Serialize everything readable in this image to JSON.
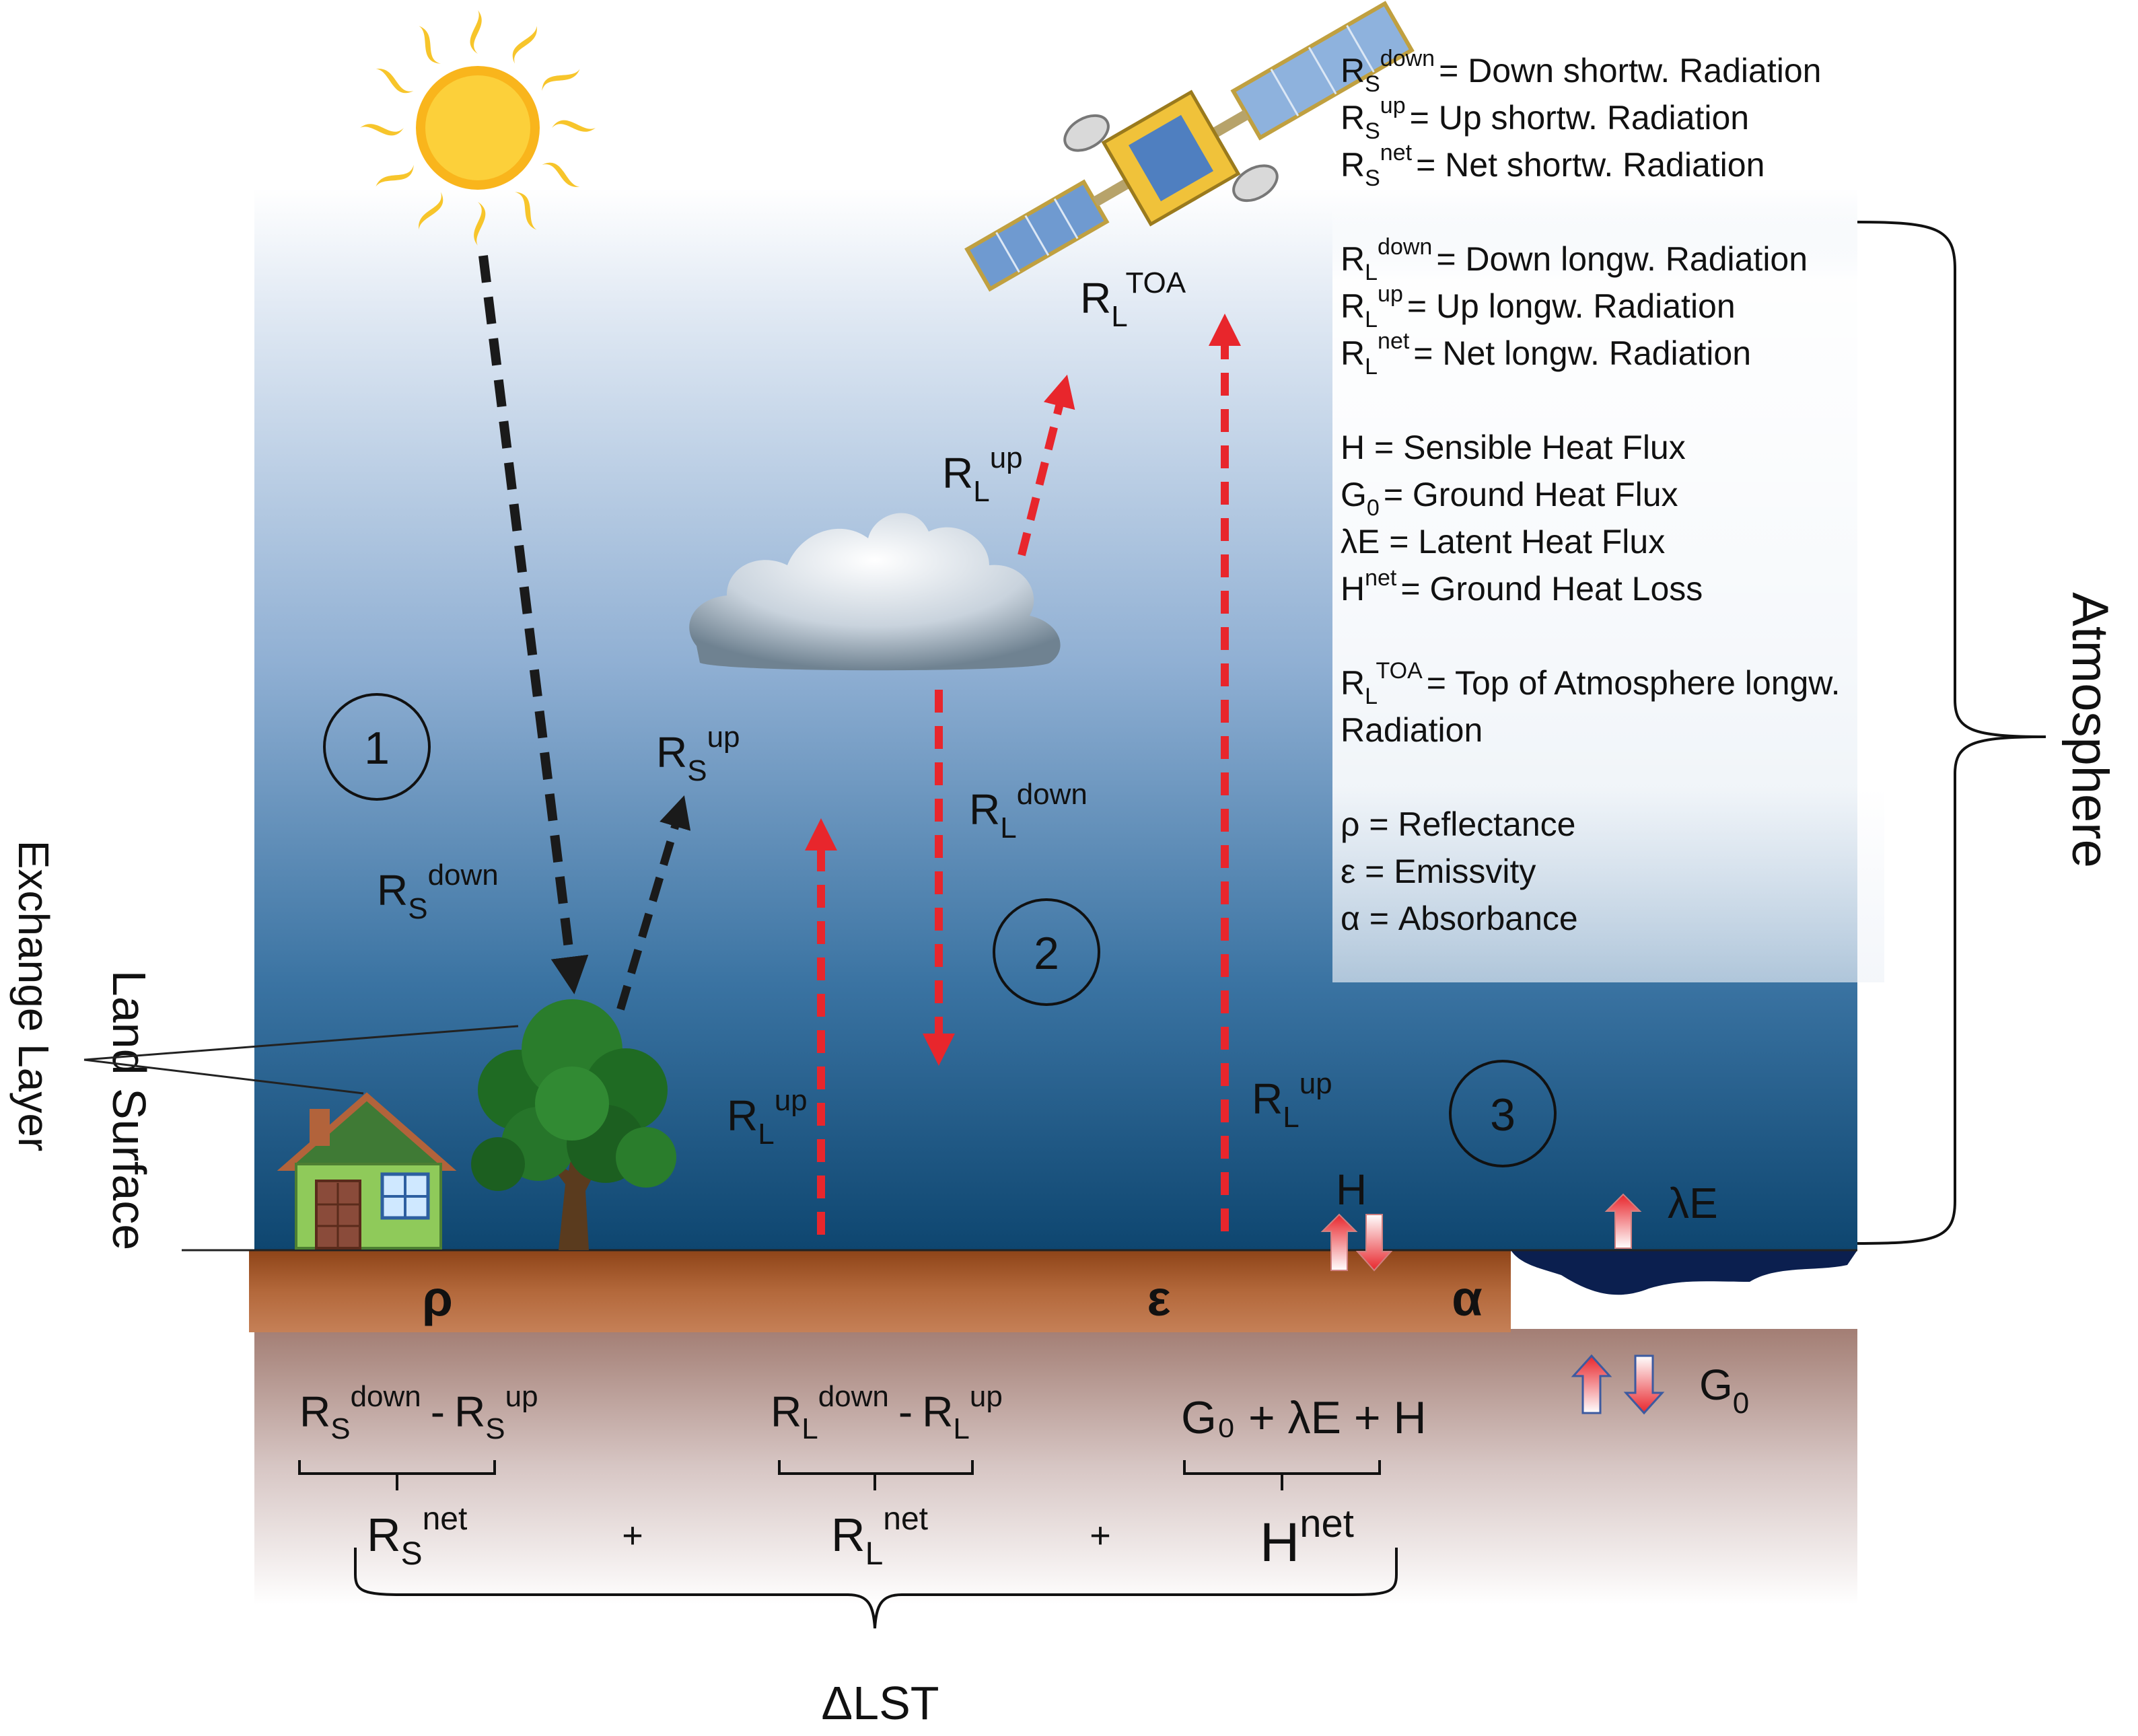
{
  "symbols": {
    "R": "R",
    "S": "S",
    "L": "L",
    "down": "down",
    "up": "up",
    "net": "net",
    "TOA": "TOA",
    "H": "H",
    "lambdaE": "λE",
    "G": "G",
    "zero": "0",
    "rho": "ρ",
    "epsilon": "ε",
    "alpha": "α",
    "dash": "-",
    "plus": "+"
  },
  "numbers": {
    "one": "1",
    "two": "2",
    "three": "3"
  },
  "side_labels": {
    "atmosphere": "Atmosphere",
    "exchange_layer": "Exchange Layer",
    "land_surface": "Land Surface"
  },
  "equation": {
    "g0_lambda_h": "G₀ + λE + H",
    "delta_lst": "ΔLST"
  },
  "legend": {
    "rs_down": "= Down shortw. Radiation",
    "rs_up": "= Up shortw. Radiation",
    "rs_net": "= Net shortw. Radiation",
    "rl_down": "= Down longw. Radiation",
    "rl_up": "= Up longw. Radiation",
    "rl_net": "= Net longw. Radiation",
    "h": "H = Sensible Heat Flux",
    "g0_text": "= Ground Heat Flux",
    "le": "λE = Latent Heat Flux",
    "hnet_text": "= Ground Heat Loss",
    "rltoa_line1": "= Top of Atmosphere longw.",
    "rltoa_line2": "Radiation",
    "rho": "ρ = Reflectance",
    "eps": "ε = Emissvity",
    "alpha": "α = Absorbance"
  },
  "colors": {
    "sky_top": "#ffffff",
    "sky_bottom": "#0f4a72",
    "soil": "#a0532a",
    "water": "#0b1f4f",
    "arrow_black": "#1a1a1a",
    "arrow_red": "#e8262c",
    "sun": "#f7c52b"
  }
}
